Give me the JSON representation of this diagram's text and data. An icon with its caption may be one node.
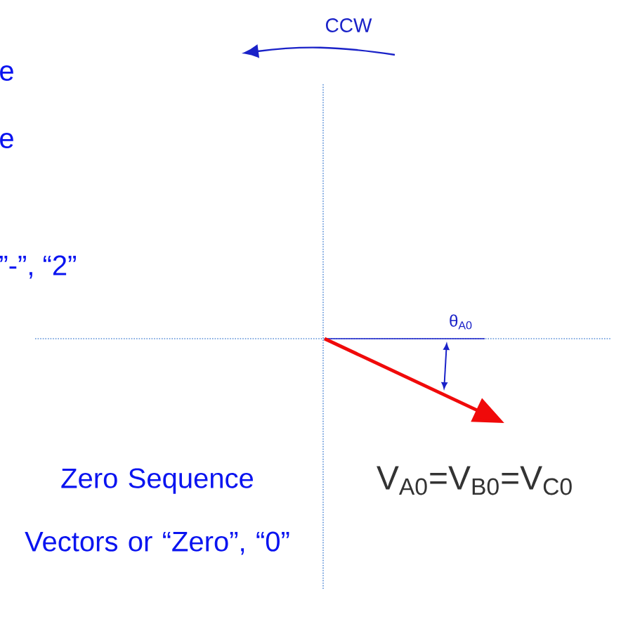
{
  "diagram": {
    "labels": [
      "e",
      "e",
      "”-”, “2”",
      "CCW",
      "θ$_{A0}$",
      "Zero Sequence Vectors or “Zero”, “0”",
      "V$_{A0}$=V$_{B0}$=V$_{C0}$"
    ]
  }
}
